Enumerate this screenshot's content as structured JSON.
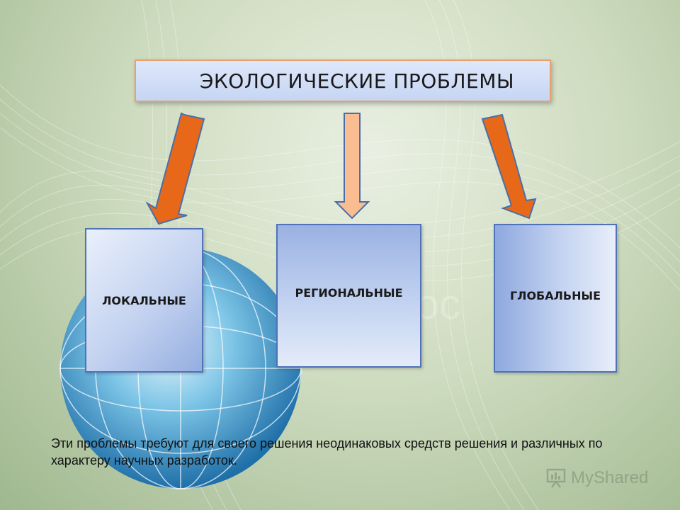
{
  "title": "ЭКОЛОГИЧЕСКИЕ ПРОБЛЕМЫ",
  "categories": [
    {
      "label": "ЛОКАЛЬНЫЕ"
    },
    {
      "label": "РЕГИОНАЛЬНЫЕ"
    },
    {
      "label": "ГЛОБАЛЬНЫЕ"
    }
  ],
  "caption": "Эти проблемы  требуют для своего решения неодинаковых средств решения и различных по характеру научных разработок.",
  "watermark": "MyShared",
  "colors": {
    "arrow_dark": "#e8681a",
    "arrow_light": "#f9bd91",
    "arrow_outline": "#4a6ea8",
    "box_border": "#4f72b8"
  }
}
